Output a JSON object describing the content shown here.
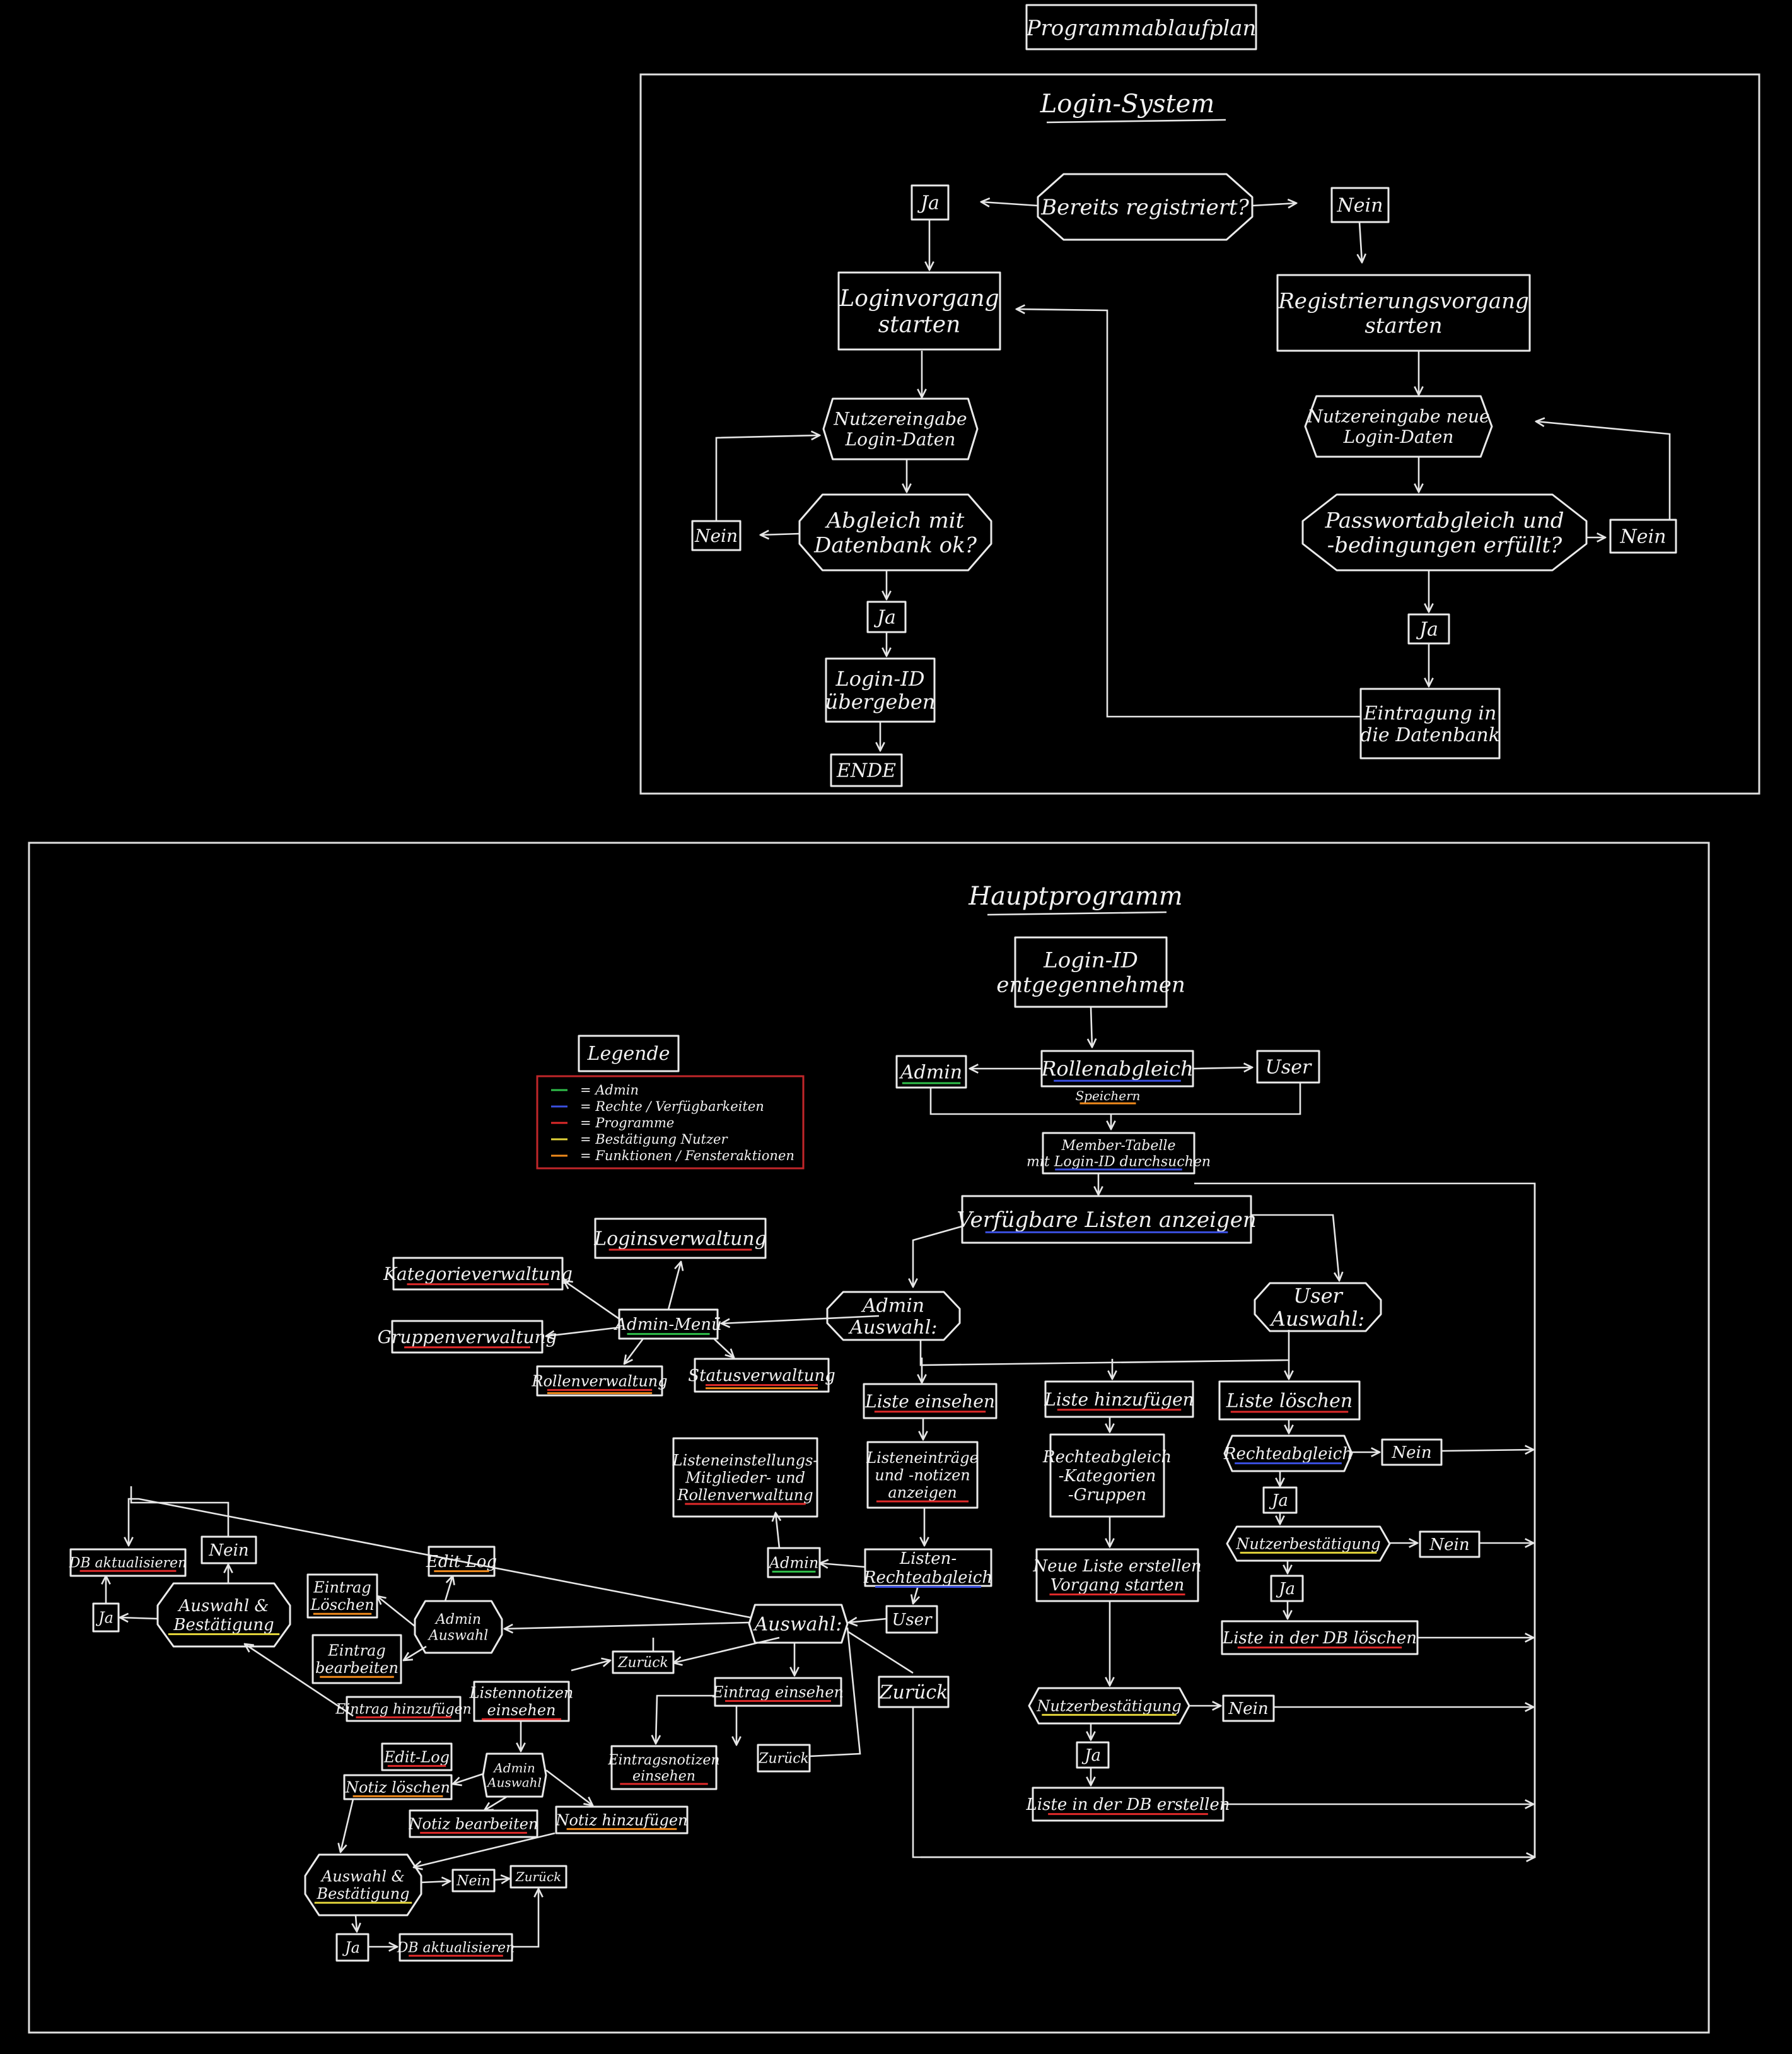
{
  "title": "Programmablaufplan",
  "login": {
    "heading": "Login-System",
    "nodes": [
      {
        "id": "reg_q",
        "lines": [
          "Bereits registriert?"
        ]
      },
      {
        "id": "ja1",
        "lines": [
          "Ja"
        ]
      },
      {
        "id": "nein1",
        "lines": [
          "Nein"
        ]
      },
      {
        "id": "login_start",
        "lines": [
          "Loginvorgang",
          "starten"
        ]
      },
      {
        "id": "reg_start",
        "lines": [
          "Registrierungsvorgang",
          "starten"
        ]
      },
      {
        "id": "input_login",
        "lines": [
          "Nutzereingabe",
          "Login-Daten"
        ]
      },
      {
        "id": "input_new",
        "lines": [
          "Nutzereingabe neue",
          "Login-Daten"
        ]
      },
      {
        "id": "db_check",
        "lines": [
          "Abgleich mit",
          "Datenbank ok?"
        ]
      },
      {
        "id": "pw_check",
        "lines": [
          "Passwortabgleich und",
          "-bedingungen erfüllt?"
        ]
      },
      {
        "id": "nein_l",
        "lines": [
          "Nein"
        ]
      },
      {
        "id": "nein_r",
        "lines": [
          "Nein"
        ]
      },
      {
        "id": "ja_l",
        "lines": [
          "Ja"
        ]
      },
      {
        "id": "ja_r",
        "lines": [
          "Ja"
        ]
      },
      {
        "id": "login_id",
        "lines": [
          "Login-ID",
          "übergeben"
        ]
      },
      {
        "id": "db_entry",
        "lines": [
          "Eintragung in",
          "die Datenbank"
        ]
      },
      {
        "id": "ende",
        "lines": [
          "ENDE"
        ]
      }
    ]
  },
  "main": {
    "heading": "Hauptprogramm",
    "legend": {
      "title": "Legende",
      "items": [
        {
          "color": "#2fbf4a",
          "label": "= Admin"
        },
        {
          "color": "#3a4fe0",
          "label": "= Rechte / Verfügbarkeiten"
        },
        {
          "color": "#e02a2a",
          "label": "= Programme"
        },
        {
          "color": "#e0d23a",
          "label": "= Bestätigung Nutzer"
        },
        {
          "color": "#f08a1c",
          "label": "= Funktionen / Fensteraktionen"
        }
      ]
    },
    "nodes": [
      {
        "id": "login_id_in",
        "lines": [
          "Login-ID",
          "entgegennehmen"
        ]
      },
      {
        "id": "rollen",
        "lines": [
          "Rollenabgleich"
        ]
      },
      {
        "id": "speichern",
        "lines": [
          "Speichern"
        ]
      },
      {
        "id": "admin_top",
        "lines": [
          "Admin"
        ]
      },
      {
        "id": "user_top",
        "lines": [
          "User"
        ]
      },
      {
        "id": "member",
        "lines": [
          "Member-Tabelle",
          "mit Login-ID durchsuchen"
        ]
      },
      {
        "id": "verfuegbar",
        "lines": [
          "Verfügbare Listen anzeigen"
        ]
      },
      {
        "id": "admin_sel",
        "lines": [
          "Admin",
          "Auswahl:"
        ]
      },
      {
        "id": "user_sel",
        "lines": [
          "User",
          "Auswahl:"
        ]
      },
      {
        "id": "loginsv",
        "lines": [
          "Loginsverwaltung"
        ]
      },
      {
        "id": "katv",
        "lines": [
          "Kategorieverwaltung"
        ]
      },
      {
        "id": "admin_menu",
        "lines": [
          "Admin-Menü"
        ]
      },
      {
        "id": "gruppv",
        "lines": [
          "Gruppenverwaltung"
        ]
      },
      {
        "id": "rollv",
        "lines": [
          "Rollenverwaltung"
        ]
      },
      {
        "id": "statv",
        "lines": [
          "Statusverwaltung"
        ]
      },
      {
        "id": "liste_einsehen",
        "lines": [
          "Liste einsehen"
        ]
      },
      {
        "id": "liste_hinzu",
        "lines": [
          "Liste hinzufügen"
        ]
      },
      {
        "id": "liste_loeschen",
        "lines": [
          "Liste löschen"
        ]
      },
      {
        "id": "eintraege",
        "lines": [
          "Listeneinträge",
          "und -notizen",
          "anzeigen"
        ]
      },
      {
        "id": "listen_rechte",
        "lines": [
          "Listen-",
          "Rechteabgleich"
        ]
      },
      {
        "id": "rechte_kat",
        "lines": [
          "Rechteabgleich",
          "-Kategorien",
          "-Gruppen"
        ]
      },
      {
        "id": "rechte_del",
        "lines": [
          "Rechteabgleich"
        ]
      },
      {
        "id": "nein_rd",
        "lines": [
          "Nein"
        ]
      },
      {
        "id": "ja_rd",
        "lines": [
          "Ja"
        ]
      },
      {
        "id": "nutzer_best1",
        "lines": [
          "Nutzerbestätigung"
        ]
      },
      {
        "id": "nein_nb1",
        "lines": [
          "Nein"
        ]
      },
      {
        "id": "ja_nb1",
        "lines": [
          "Ja"
        ]
      },
      {
        "id": "db_loeschen",
        "lines": [
          "Liste in der DB löschen"
        ]
      },
      {
        "id": "listeneinst",
        "lines": [
          "Listeneinstellungs-",
          "Mitglieder- und",
          "Rollenverwaltung"
        ]
      },
      {
        "id": "admin_mid",
        "lines": [
          "Admin"
        ]
      },
      {
        "id": "user_mid",
        "lines": [
          "User"
        ]
      },
      {
        "id": "auswahl_mid",
        "lines": [
          "Auswahl:"
        ]
      },
      {
        "id": "neue_liste",
        "lines": [
          "Neue Liste erstellen",
          "Vorgang starten"
        ]
      },
      {
        "id": "nutzer_best2",
        "lines": [
          "Nutzerbestätigung"
        ]
      },
      {
        "id": "nein_nb2",
        "lines": [
          "Nein"
        ]
      },
      {
        "id": "ja_nb2",
        "lines": [
          "Ja"
        ]
      },
      {
        "id": "db_erstellen",
        "lines": [
          "Liste in der DB erstellen"
        ]
      },
      {
        "id": "zurueck_mid",
        "lines": [
          "Zurück"
        ]
      },
      {
        "id": "editlog1",
        "lines": [
          "Edit Log"
        ]
      },
      {
        "id": "admin_ausw1",
        "lines": [
          "Admin",
          "Auswahl"
        ]
      },
      {
        "id": "eintrag_loeschen",
        "lines": [
          "Eintrag",
          "Löschen"
        ]
      },
      {
        "id": "eintrag_bearb",
        "lines": [
          "Eintrag",
          "bearbeiten"
        ]
      },
      {
        "id": "eintrag_hinzu",
        "lines": [
          "Eintrag hinzufügen"
        ]
      },
      {
        "id": "auswahl_best1",
        "lines": [
          "Auswahl &",
          "Bestätigung"
        ]
      },
      {
        "id": "db_akt1",
        "lines": [
          "DB aktualisieren"
        ]
      },
      {
        "id": "nein_ab1",
        "lines": [
          "Nein"
        ]
      },
      {
        "id": "ja_ab1",
        "lines": [
          "Ja"
        ]
      },
      {
        "id": "listennotizen",
        "lines": [
          "Listennotizen",
          "einsehen"
        ]
      },
      {
        "id": "zurueck2",
        "lines": [
          "Zurück"
        ]
      },
      {
        "id": "eintrag_einsehen",
        "lines": [
          "Eintrag einsehen"
        ]
      },
      {
        "id": "eintragsnotizen",
        "lines": [
          "Eintragsnotizen",
          "einsehen"
        ]
      },
      {
        "id": "zurueck3",
        "lines": [
          "Zurück"
        ]
      },
      {
        "id": "editlog2",
        "lines": [
          "Edit-Log"
        ]
      },
      {
        "id": "admin_ausw2",
        "lines": [
          "Admin",
          "Auswahl"
        ]
      },
      {
        "id": "notiz_loeschen",
        "lines": [
          "Notiz löschen"
        ]
      },
      {
        "id": "notiz_bearb",
        "lines": [
          "Notiz bearbeiten"
        ]
      },
      {
        "id": "notiz_hinzu",
        "lines": [
          "Notiz hinzufügen"
        ]
      },
      {
        "id": "auswahl_best2",
        "lines": [
          "Auswahl &",
          "Bestätigung"
        ]
      },
      {
        "id": "nein_ab2",
        "lines": [
          "Nein"
        ]
      },
      {
        "id": "zurueck4",
        "lines": [
          "Zurück"
        ]
      },
      {
        "id": "ja_ab2",
        "lines": [
          "Ja"
        ]
      },
      {
        "id": "db_akt2",
        "lines": [
          "DB aktualisieren"
        ]
      }
    ]
  },
  "colors": {
    "background": "#000000",
    "stroke": "#eaeaea",
    "legend_border": "#c0262a",
    "admin": "#2fbf4a",
    "rechte": "#3a4fe0",
    "programme": "#e02a2a",
    "bestaetigung": "#e0d23a",
    "funktionen": "#f08a1c"
  }
}
